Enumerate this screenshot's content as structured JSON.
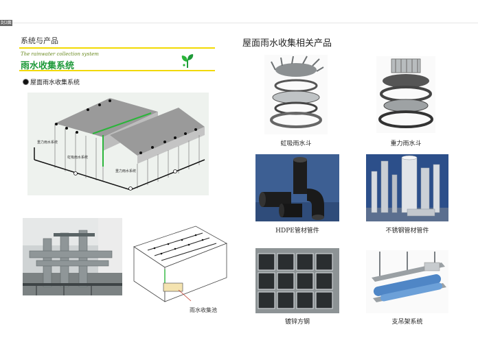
{
  "header": {
    "page_tag": "封2面",
    "section_label": "系统与产品",
    "english_subtitle": "The rainwater collection system",
    "system_title": "雨水收集系统",
    "bullet_item": "屋面雨水收集系统"
  },
  "left": {
    "diagram_labels": [
      "重力雨水系统",
      "虹吸雨水系统",
      "重力雨水系统"
    ],
    "pool_caption": "雨水收集池"
  },
  "right": {
    "title": "屋面雨水收集相关产品",
    "products": [
      {
        "name": "虹吸雨水斗"
      },
      {
        "name": "重力雨水斗"
      },
      {
        "name": "HDPE管材管件"
      },
      {
        "name": "不锈钢管材管件"
      },
      {
        "name": "镀锌方钢"
      },
      {
        "name": "支吊架系统"
      }
    ]
  },
  "colors": {
    "accent_green": "#1f9a3a",
    "rule_yellow": "#f2d900",
    "pipe_green": "#2bb53a"
  }
}
